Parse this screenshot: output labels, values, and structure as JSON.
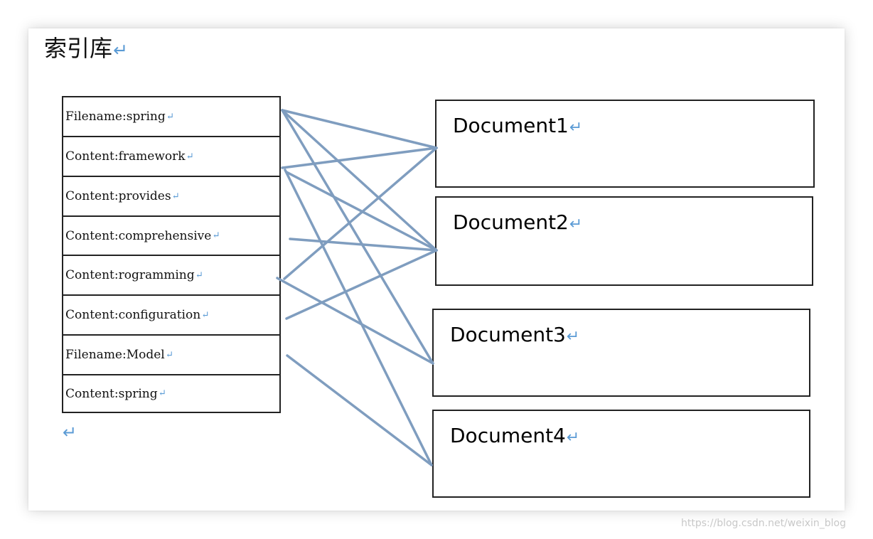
{
  "title": "索引库",
  "paragraph_mark": "↵",
  "index_entries": [
    "Filename:spring",
    "Content:framework",
    "Content:provides",
    "Content:comprehensive",
    "Content:rogramming",
    "Content:configuration",
    "Filename:Model",
    "Content:spring"
  ],
  "documents": [
    "Document1",
    "Document2",
    "Document3",
    "Document4"
  ],
  "links": [
    {
      "from": "Filename:spring",
      "to": "Document1"
    },
    {
      "from": "Filename:spring",
      "to": "Document2"
    },
    {
      "from": "Filename:spring",
      "to": "Document3"
    },
    {
      "from": "Content:framework",
      "to": "Document1"
    },
    {
      "from": "Content:framework",
      "to": "Document2"
    },
    {
      "from": "Content:framework",
      "to": "Document4"
    },
    {
      "from": "Content:comprehensive",
      "to": "Document2"
    },
    {
      "from": "Content:rogramming",
      "to": "Document1"
    },
    {
      "from": "Content:rogramming",
      "to": "Document3"
    },
    {
      "from": "Content:configuration",
      "to": "Document2"
    },
    {
      "from": "Filename:Model",
      "to": "Document4"
    }
  ],
  "colors": {
    "link_line": "#7f9dbf",
    "paragraph_mark": "#5b9bd5",
    "border": "#222222"
  },
  "watermark": "https://blog.csdn.net/weixin_blog"
}
